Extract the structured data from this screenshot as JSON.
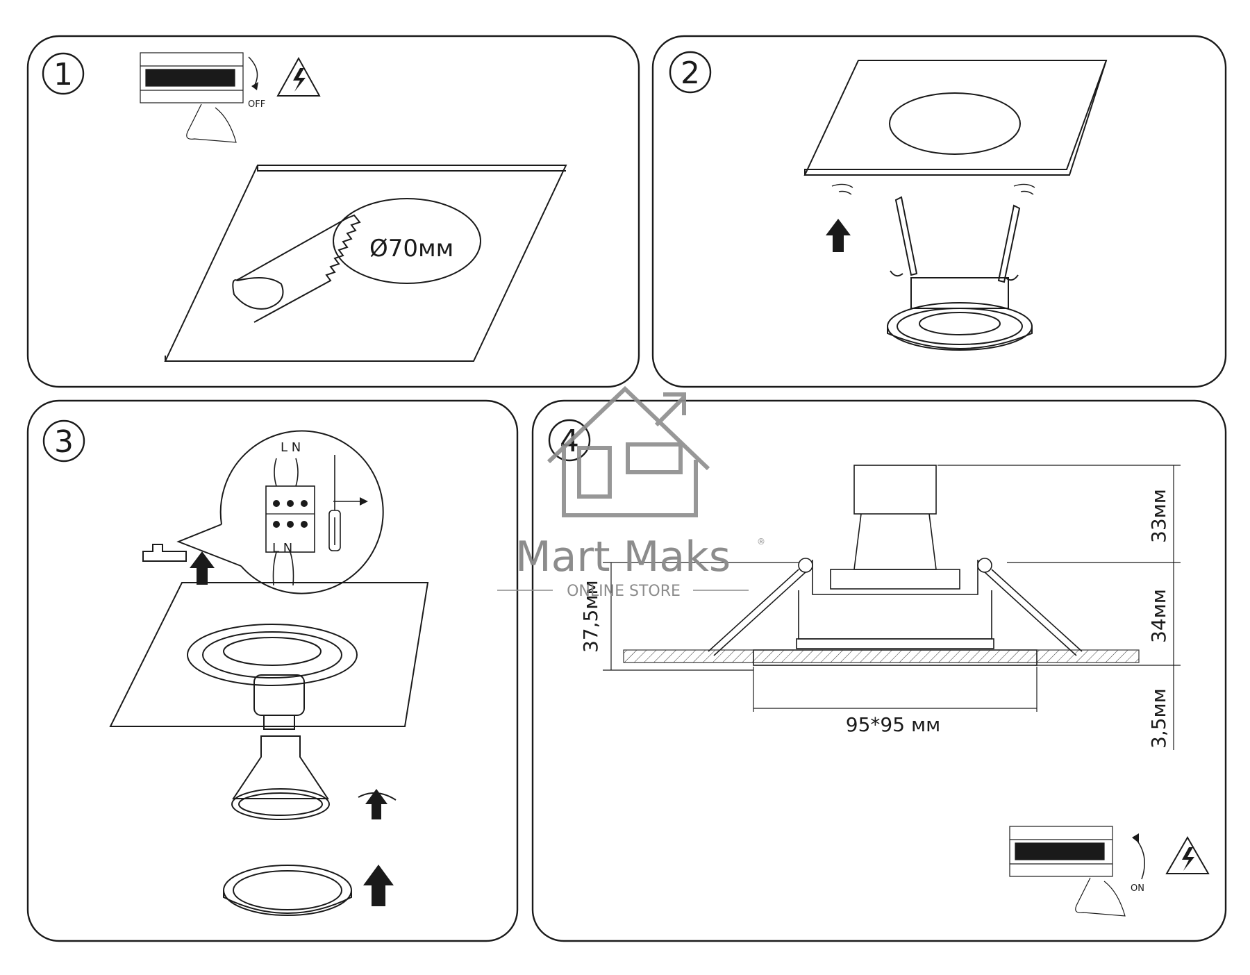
{
  "steps": [
    {
      "number": "1",
      "switch_state": "OFF",
      "hole_diameter": "Ø70мм"
    },
    {
      "number": "2"
    },
    {
      "number": "3",
      "wire_top_label": "L N",
      "wire_bottom_label": "L N"
    },
    {
      "number": "4",
      "switch_state": "ON"
    }
  ],
  "dimensions": {
    "top_height": "33мм",
    "mid_height": "34мм",
    "bottom_height": "3,5мм",
    "spring_height": "37,5мм",
    "frame_size": "95*95 мм"
  },
  "watermark": {
    "brand": "Mart Maks",
    "tagline": "ONLINE STORE",
    "registered": "®"
  },
  "colors": {
    "line": "#1a1a1a",
    "watermark": "#8c8c8c"
  }
}
